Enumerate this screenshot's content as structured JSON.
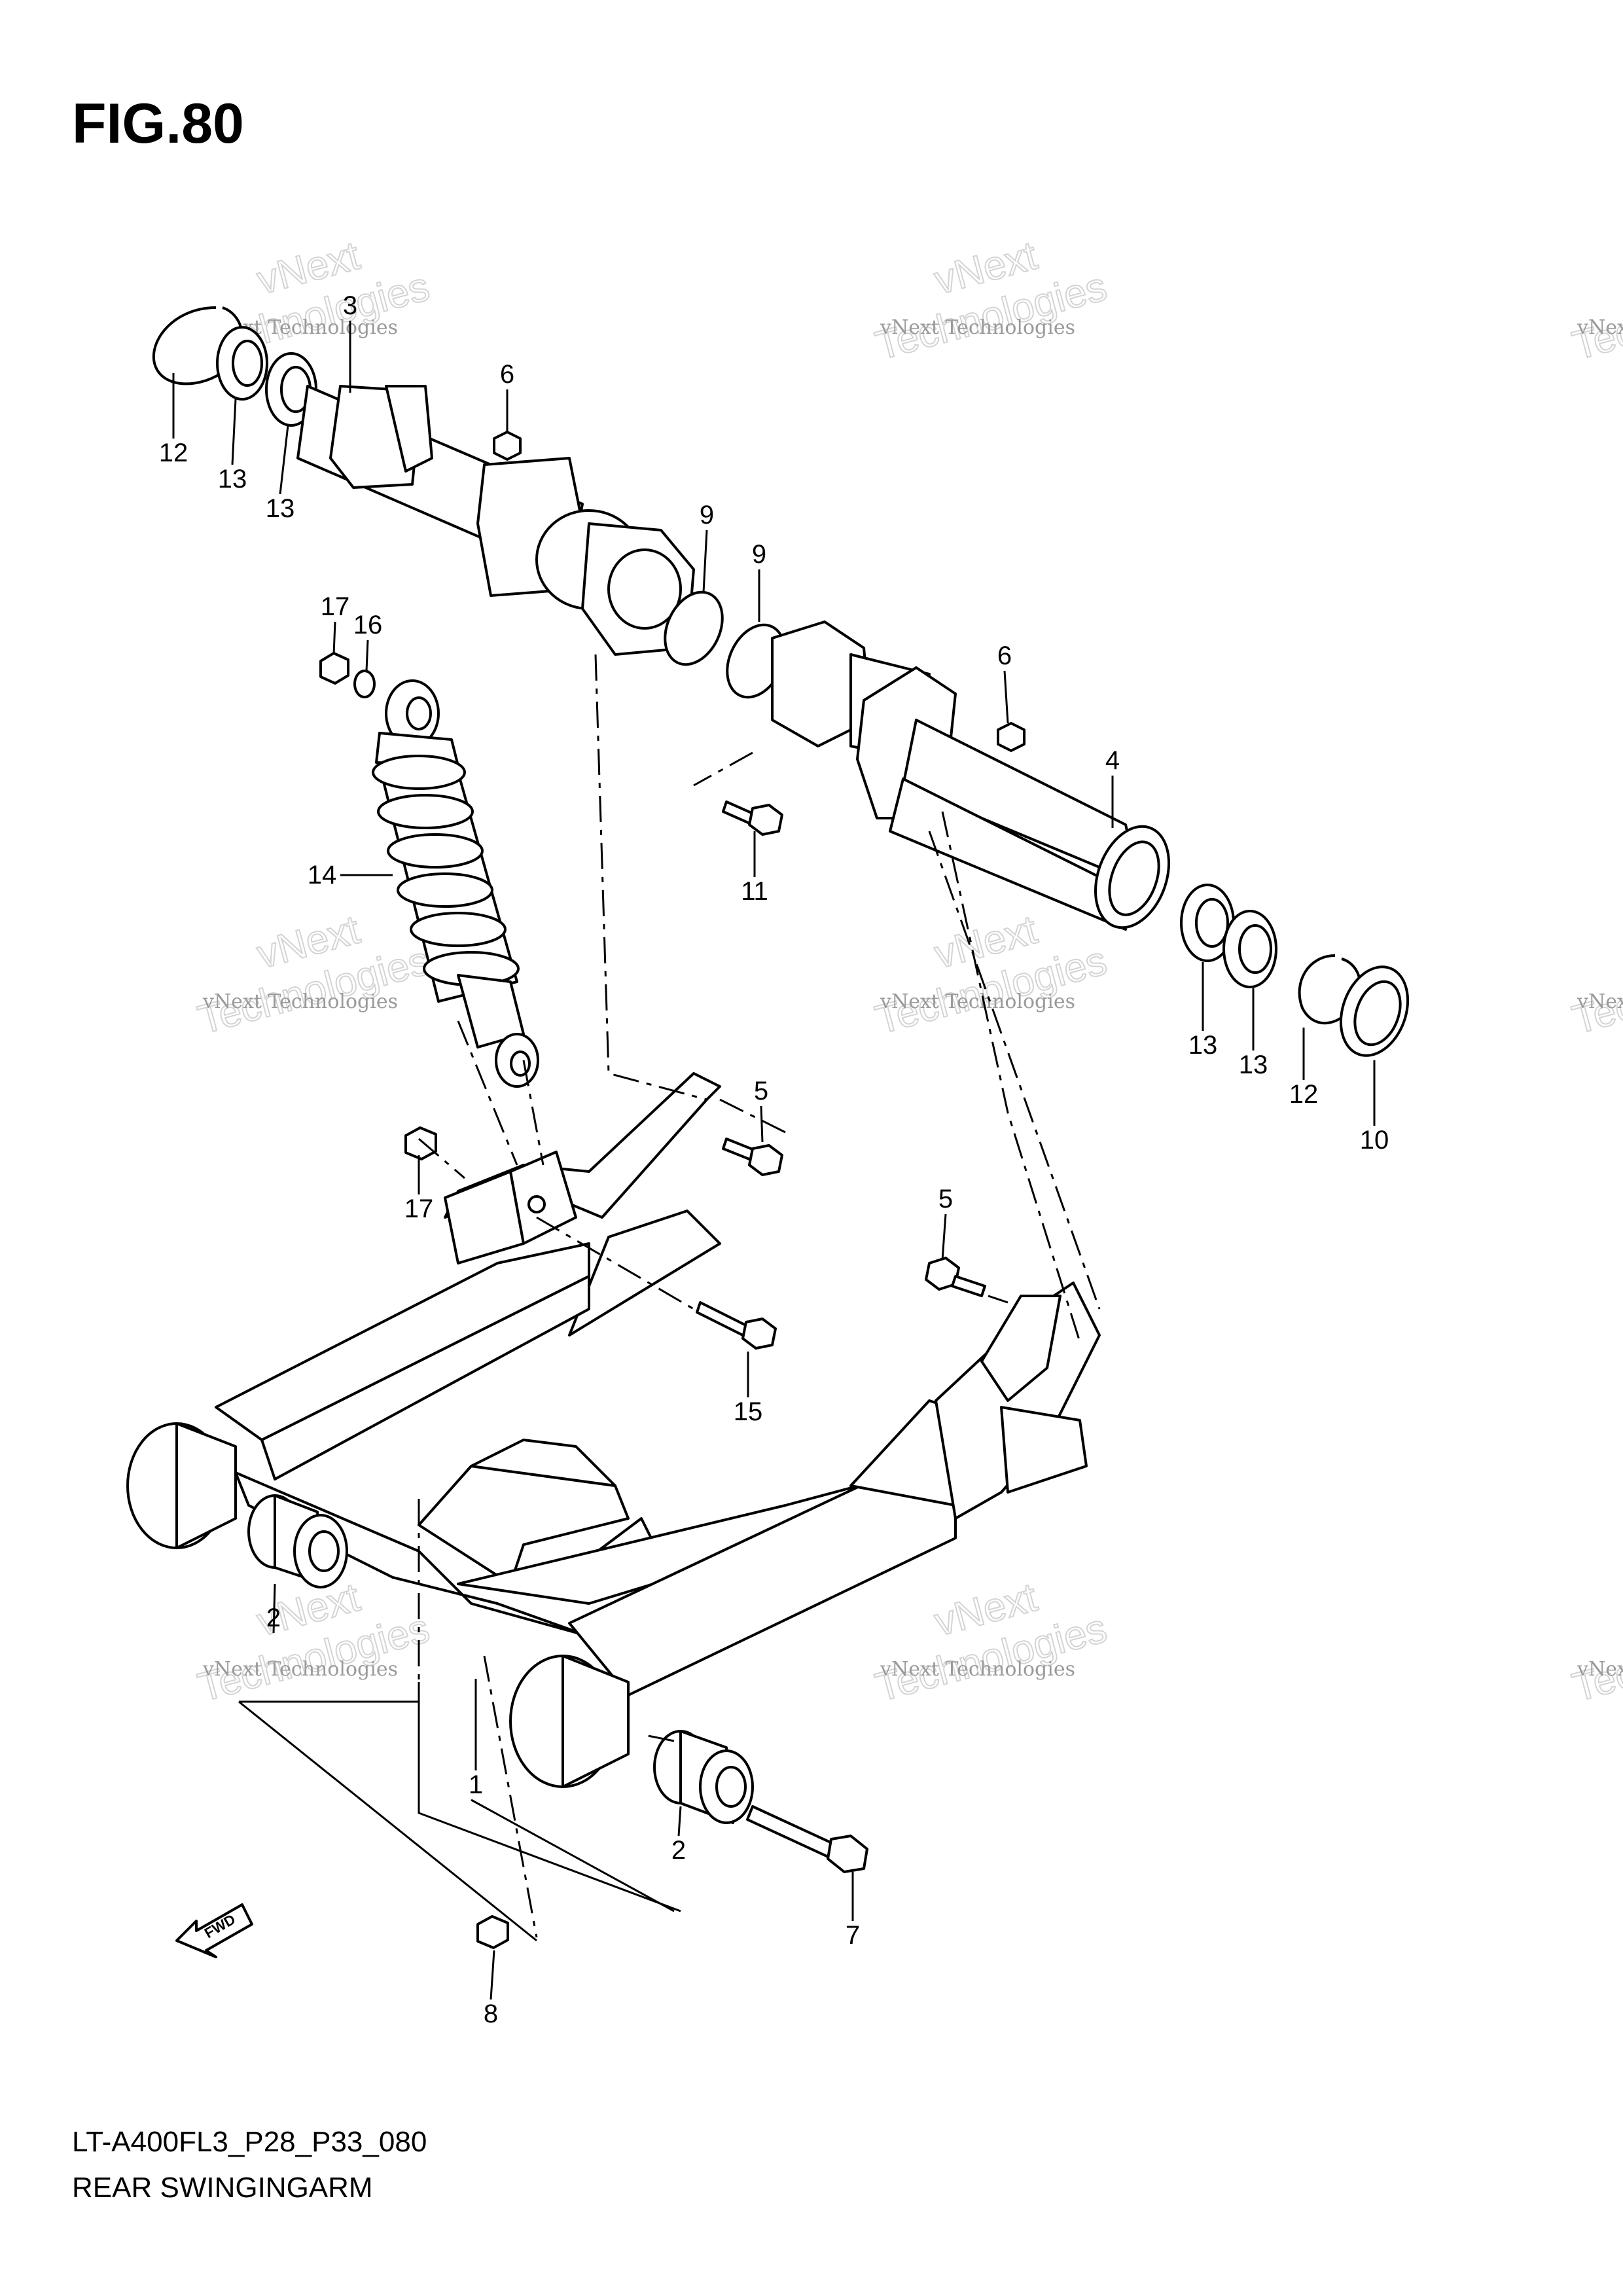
{
  "figure": {
    "title": "FIG.80",
    "model_code": "LT-A400FL3_P28_P33_080",
    "caption": "REAR SWINGINGARM"
  },
  "watermark": {
    "line1": "vNext Technologies",
    "line2": "vNext",
    "line3": "Technologies"
  },
  "fwd_label": "FWD",
  "callouts": [
    "12",
    "13",
    "13",
    "3",
    "6",
    "9",
    "9",
    "17",
    "16",
    "6",
    "4",
    "14",
    "11",
    "13",
    "13",
    "12",
    "10",
    "5",
    "17",
    "5",
    "15",
    "2",
    "1",
    "2",
    "7",
    "8"
  ]
}
